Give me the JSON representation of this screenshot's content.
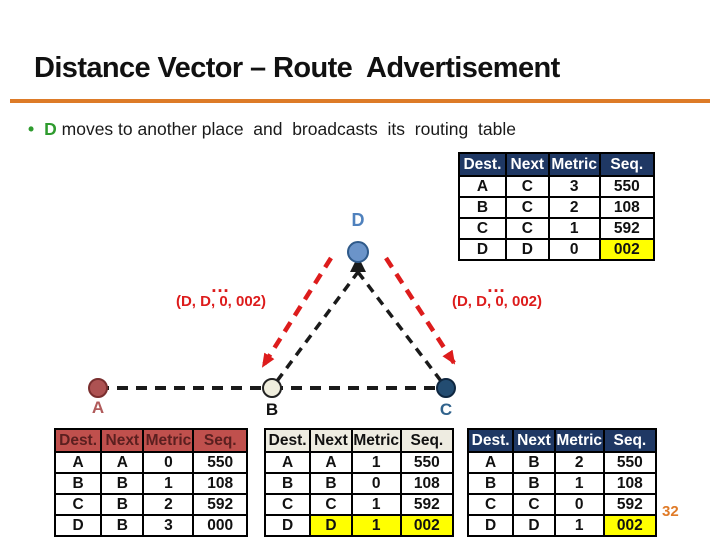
{
  "title": "Distance Vector – Route  Advertisement",
  "bullet": {
    "marker": "•",
    "highlight": "D",
    "rest": " moves to another place  and  broadcasts  its  routing  table"
  },
  "page_number": "32",
  "diagram": {
    "node_labels": {
      "a": "A",
      "b": "B",
      "c": "C",
      "d": "D"
    },
    "left_annotation": {
      "ellipsis": "…",
      "tuple": "(D, D, 0, 002)"
    },
    "right_annotation": {
      "ellipsis": "…",
      "tuple": "(D, D, 0, 002)"
    }
  },
  "table_headers": [
    "Dest.",
    "Next",
    "Metric",
    "Seq."
  ],
  "tables": {
    "d": {
      "header_style": "navy",
      "rows": [
        [
          "A",
          "C",
          "3",
          "550"
        ],
        [
          "B",
          "C",
          "2",
          "108"
        ],
        [
          "C",
          "C",
          "1",
          "592"
        ],
        [
          "D",
          "D",
          "0",
          "002"
        ]
      ],
      "highlights": [
        [
          3,
          3
        ]
      ]
    },
    "a": {
      "header_style": "redhdr",
      "rows": [
        [
          "A",
          "A",
          "0",
          "550"
        ],
        [
          "B",
          "B",
          "1",
          "108"
        ],
        [
          "C",
          "B",
          "2",
          "592"
        ],
        [
          "D",
          "B",
          "3",
          "000"
        ]
      ],
      "highlights": []
    },
    "b": {
      "header_style": "cream",
      "rows": [
        [
          "A",
          "A",
          "1",
          "550"
        ],
        [
          "B",
          "B",
          "0",
          "108"
        ],
        [
          "C",
          "C",
          "1",
          "592"
        ],
        [
          "D",
          "D",
          "1",
          "002"
        ]
      ],
      "highlights": [
        [
          3,
          1
        ],
        [
          3,
          2
        ],
        [
          3,
          3
        ]
      ]
    },
    "c": {
      "header_style": "navy",
      "rows": [
        [
          "A",
          "B",
          "2",
          "550"
        ],
        [
          "B",
          "B",
          "1",
          "108"
        ],
        [
          "C",
          "C",
          "0",
          "592"
        ],
        [
          "D",
          "D",
          "1",
          "002"
        ]
      ],
      "highlights": [
        [
          3,
          3
        ]
      ]
    }
  },
  "colors": {
    "accent_rule": "#dd7b28",
    "bullet_green": "#2e9b2e",
    "red_annotation": "#dd1c1c",
    "navy_header": "#1f3864",
    "red_header_bg": "#c0504d",
    "red_header_text": "#5a1f1f",
    "cream_header_bg": "#eeece1",
    "highlight_yellow": "#ffff00",
    "node_a": "#ad5252",
    "node_b": "#f0eedd",
    "node_c": "#234c71",
    "node_d": "#6b94c9",
    "label_a": "#b05a5a",
    "label_c": "#31638c",
    "label_d": "#4f81bd",
    "page_orange": "#e07b28"
  }
}
